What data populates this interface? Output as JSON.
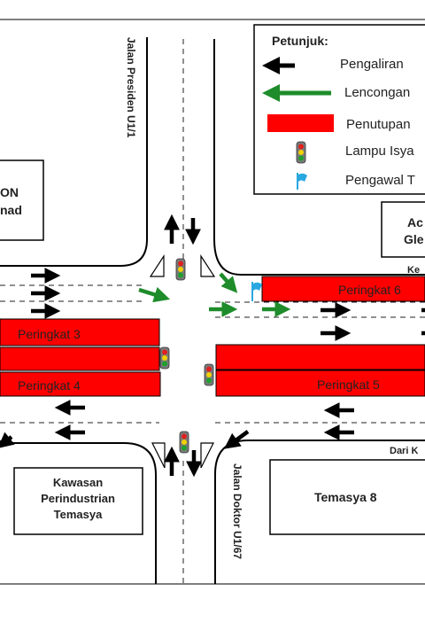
{
  "legend": {
    "title": "Petunjuk:",
    "items": [
      {
        "label": "Pengaliran",
        "icon": "black-arrow-icon"
      },
      {
        "label": "Lencongan",
        "icon": "green-arrow-icon"
      },
      {
        "label": "Penutupan",
        "icon": "red-closure-icon"
      },
      {
        "label": "Lampu Isya",
        "icon": "traffic-light-icon"
      },
      {
        "label": "Pengawal T",
        "icon": "blue-flag-icon"
      }
    ]
  },
  "roads": {
    "north": "Jalan Presiden U1/1",
    "south": "Jalan Doktor U1/67"
  },
  "buildings": {
    "top_left_line1": "ON",
    "top_left_line2": "nad",
    "top_right_line1": "Ac",
    "top_right_line2": "Gle",
    "bottom_left_line1": "Kawasan",
    "bottom_left_line2": "Perindustrian",
    "bottom_left_line3": "Temasya",
    "bottom_right": "Temasya 8"
  },
  "directions": {
    "to_east": "Ke",
    "from_east": "Dari K"
  },
  "closures": [
    {
      "label": "Peringkat 3"
    },
    {
      "label": "Peringkat 4"
    },
    {
      "label": "Peringkat 5"
    },
    {
      "label": "Peringkat 6"
    }
  ],
  "colors": {
    "closure": "#ff0000",
    "detour": "#1e8c2a",
    "flow": "#000000",
    "flag": "#29a8e0"
  }
}
